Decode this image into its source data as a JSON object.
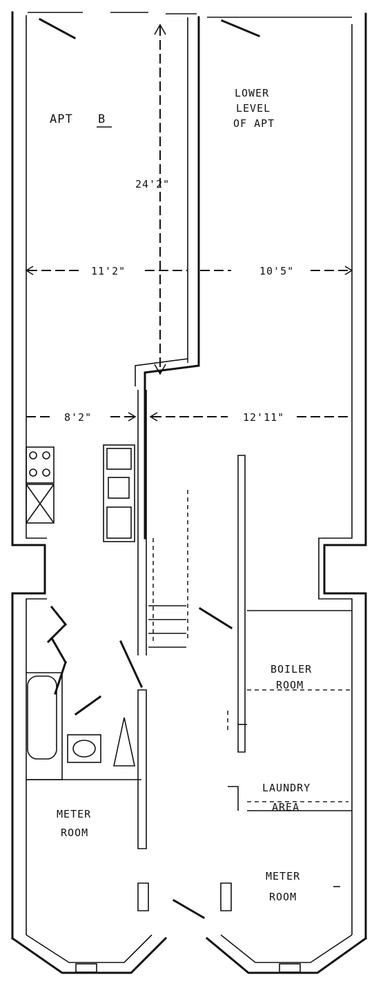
{
  "labels": {
    "apt_b_prefix": "APT",
    "apt_b_letter": "B",
    "lower_level_1": "LOWER",
    "lower_level_2": "LEVEL",
    "lower_level_3": "OF APT",
    "boiler_1": "BOILER",
    "boiler_2": "ROOM",
    "laundry_1": "LAUNDRY",
    "laundry_2": "AREA",
    "meter_left_1": "METER",
    "meter_left_2": "ROOM",
    "meter_right_1": "METER",
    "meter_right_2": "ROOM"
  },
  "dimensions": {
    "vertical_length": "24'2\"",
    "apt_width": "11'2\"",
    "lower_width": "10'5\"",
    "kitchen_width": "8'2\"",
    "hall_width": "12'11\""
  }
}
